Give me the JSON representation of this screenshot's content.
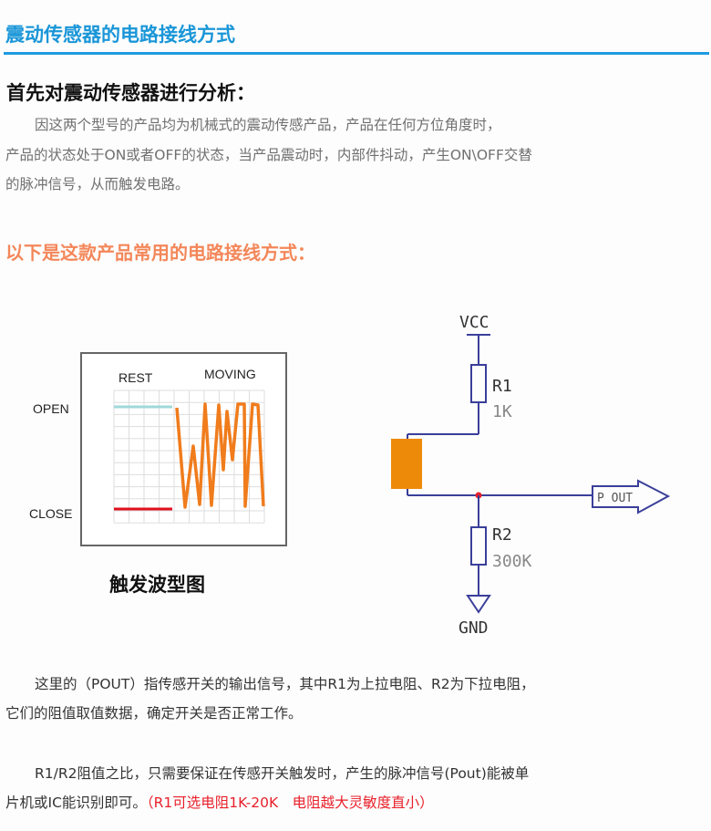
{
  "title": "震动传感器的电路接线方式",
  "analysis": {
    "heading": "首先对震动传感器进行分析：",
    "lines": [
      "因这两个型号的产品均为机械式的震动传感产品，产品在任何方位角度时，",
      "产品的状态处于ON或者OFF的状态，当产品震动时，内部件抖动，产生ON\\OFF交替",
      "的脉冲信号，从而触发电路。"
    ]
  },
  "circuit_heading": "以下是这款产品常用的电路接线方式：",
  "waveform": {
    "rest_label": "REST",
    "moving_label": "MOVING",
    "open_label": "OPEN",
    "close_label": "CLOSE",
    "caption": "触发波型图"
  },
  "circuit": {
    "vcc": "VCC",
    "r1_name": "R1",
    "r1_value": "1K",
    "r2_name": "R2",
    "r2_value": "300K",
    "output": "P OUT",
    "gnd": "GND"
  },
  "notes": {
    "p1_line1": "这里的（POUT）指传感开关的输出信号，其中R1为上拉电阻、R2为下拉电阻，",
    "p1_line2": "它们的阻值取值数据，确定开关是否正常工作。",
    "p2_line1": "R1/R2阻值之比，只需要保证在传感开关触发时，产生的脉冲信号(Pout)能被单",
    "p2_line2": "片机或IC能识别即可。",
    "p2_highlight": "（R1可选电阻1K-20K　电阻越大灵敏度直小）"
  },
  "colors": {
    "accent": "#1e9be0",
    "orange": "#f3875a",
    "wave": "#f07c1c",
    "wire": "#3a3f9a",
    "highlight": "#e8202a"
  }
}
